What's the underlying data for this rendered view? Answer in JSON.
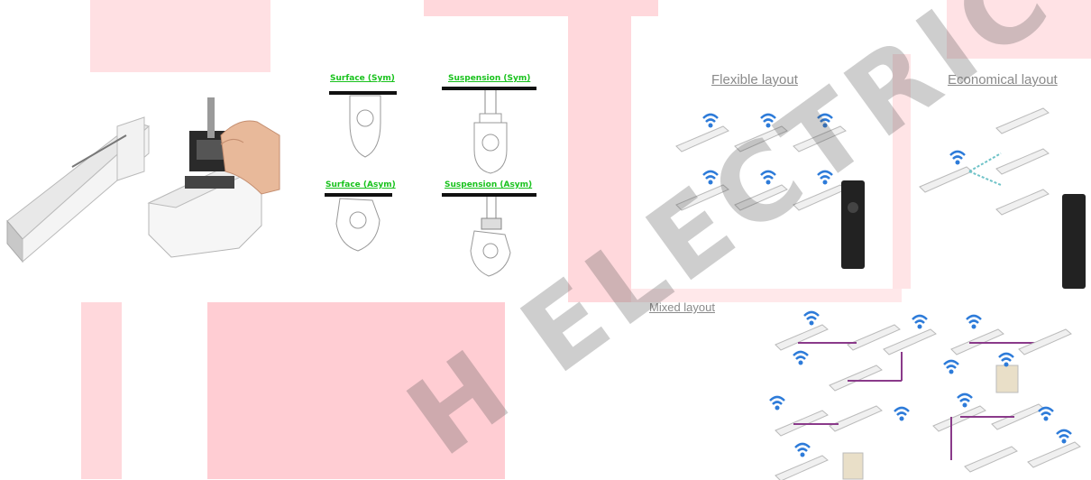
{
  "mounting": {
    "surface_sym": "Surface (Sym)",
    "suspension_sym": "Suspension (Sym)",
    "surface_asym": "Surface (Asym)",
    "suspension_asym": "Suspension (Asym)"
  },
  "layouts": {
    "flexible": "Flexible layout",
    "economical": "Economical layout",
    "mixed": "Mixed layout"
  },
  "watermark": "H ELECTRIC",
  "colors": {
    "mount_label": "#19c21d",
    "wifi_icon": "#2d7bd9",
    "connector": "#8a3a8a",
    "background_pink": "#ffd8dc"
  }
}
